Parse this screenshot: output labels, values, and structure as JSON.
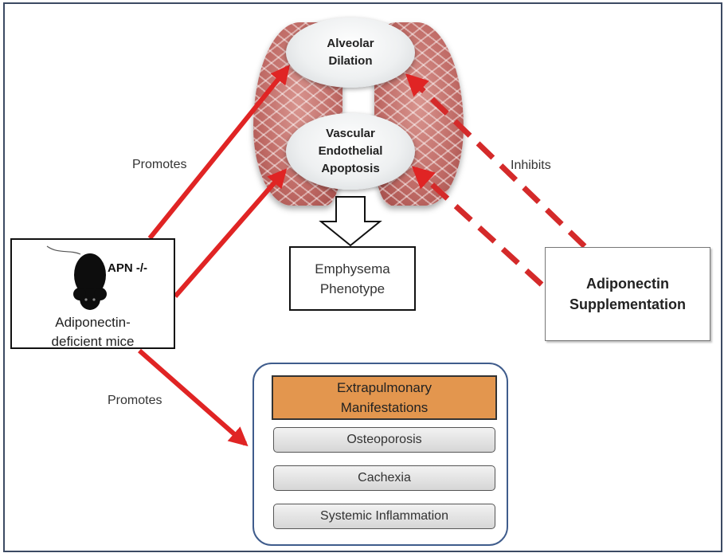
{
  "nodes": {
    "alveolar": [
      "Alveolar",
      "Dilation"
    ],
    "vascular": [
      "Vascular",
      "Endothelial",
      "Apoptosis"
    ],
    "emphysema": [
      "Emphysema",
      "Phenotype"
    ],
    "mice_tag": "APN -/-",
    "mice": [
      "Adiponectin-",
      "deficient mice"
    ],
    "supplementation": [
      "Adiponectin",
      "Supplementation"
    ]
  },
  "edge_labels": {
    "promotes_top": "Promotes",
    "inhibits": "Inhibits",
    "promotes_bottom": "Promotes"
  },
  "extrapulmonary": {
    "header": [
      "Extrapulmonary",
      "Manifestations"
    ],
    "items": [
      "Osteoporosis",
      "Cachexia",
      "Systemic Inflammation"
    ]
  },
  "colors": {
    "arrow": "#e02424",
    "header_fill": "#e3964e",
    "panel_border": "#3f5c8c",
    "frame": "#3c4a63"
  }
}
